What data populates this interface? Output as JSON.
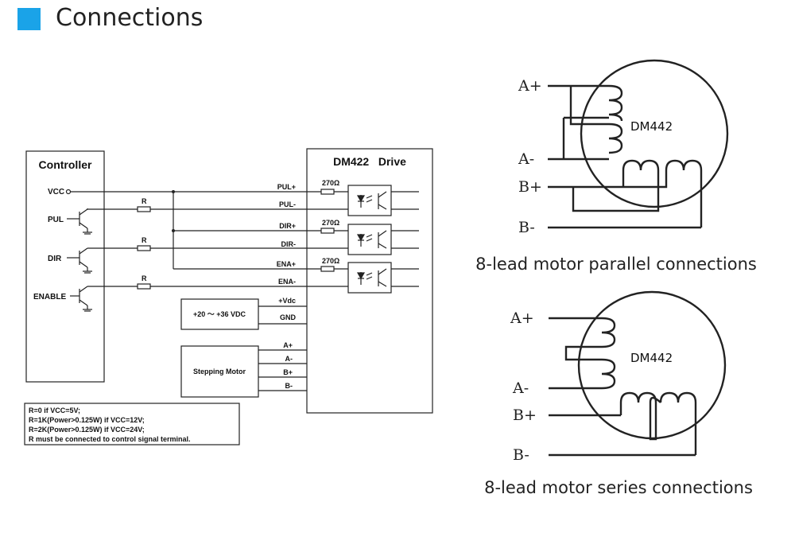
{
  "header": {
    "title": "Connections",
    "accent_color": "#1aa3e8"
  },
  "wiring": {
    "controller": {
      "title": "Controller",
      "vcc": "VCC",
      "pul": "PUL",
      "dir": "DIR",
      "enable": "ENABLE"
    },
    "resistor_label": "R",
    "drive": {
      "title": "DM422   Drive",
      "pins": [
        "PUL+",
        "PUL-",
        "DIR+",
        "DIR-",
        "ENA+",
        "ENA-",
        "+Vdc",
        "GND",
        "A+",
        "A-",
        "B+",
        "B-"
      ],
      "series_resistor": "270Ω"
    },
    "power_supply": "+20 ～ +36 VDC",
    "motor": "Stepping Motor",
    "notes": [
      "R=0 if VCC=5V;",
      "R=1K(Power>0.125W) if VCC=12V;",
      "R=2K(Power>0.125W) if VCC=24V;",
      "R must be connected to control signal terminal."
    ]
  },
  "parallel": {
    "driver": "DM442",
    "leads": [
      "A+",
      "A-",
      "B+",
      "B-"
    ],
    "caption": "8-lead motor parallel connections"
  },
  "series": {
    "driver": "DM442",
    "leads": [
      "A+",
      "A-",
      "B+",
      "B-"
    ],
    "caption": "8-lead motor series connections"
  }
}
